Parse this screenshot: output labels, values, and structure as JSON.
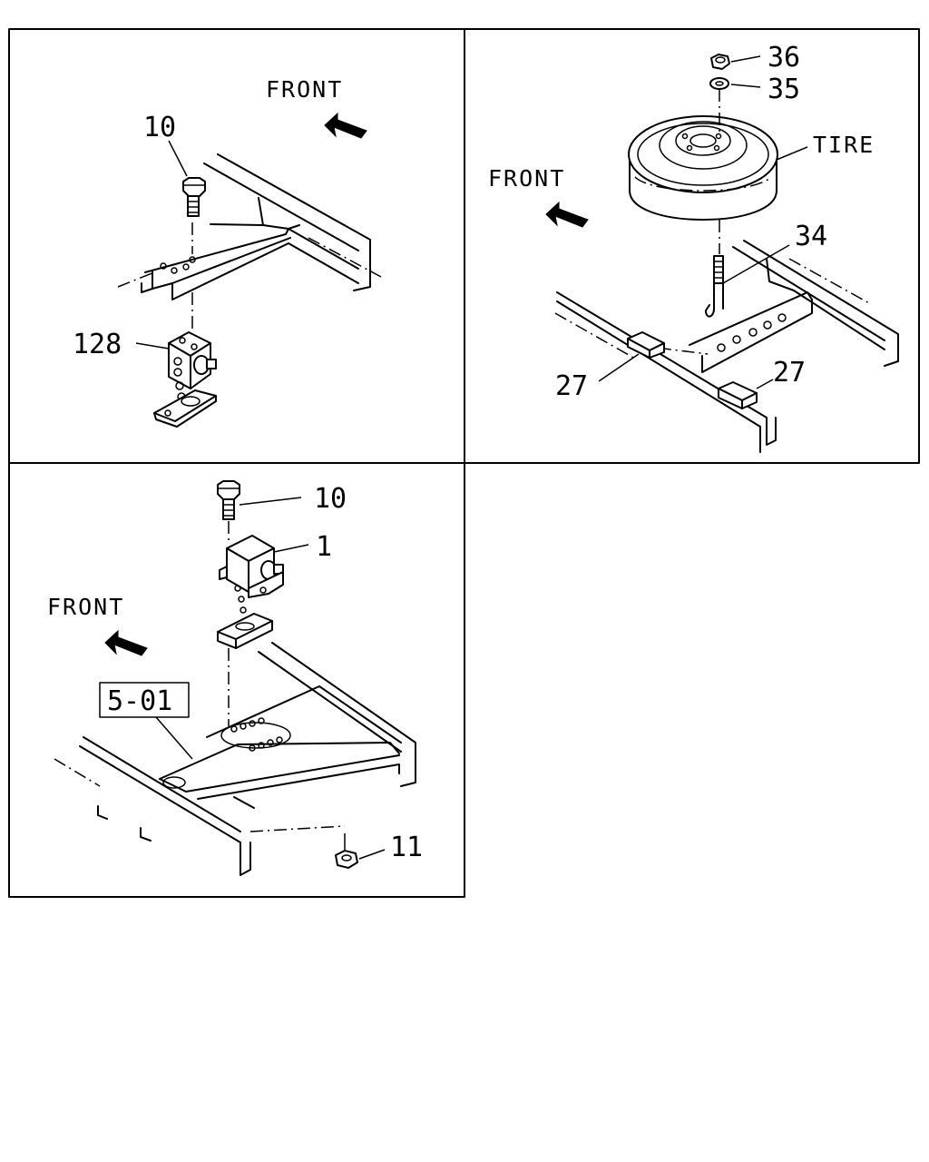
{
  "panels": {
    "top_left": {
      "front_label": "FRONT",
      "callouts": {
        "bolt": "10",
        "bracket": "128"
      }
    },
    "top_right": {
      "front_label": "FRONT",
      "tire_label": "TIRE",
      "callouts": {
        "nut": "36",
        "washer": "35",
        "hook_bolt": "34",
        "block_left": "27",
        "block_right": "27"
      }
    },
    "bottom_left": {
      "front_label": "FRONT",
      "ref_box": "5-01",
      "callouts": {
        "bolt": "10",
        "carrier": "1",
        "nut": "11"
      }
    }
  }
}
